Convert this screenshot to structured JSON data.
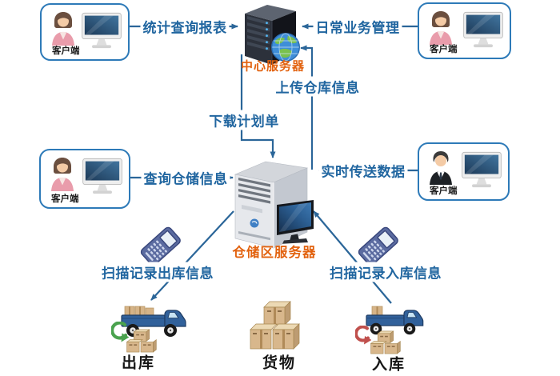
{
  "diagram": {
    "colors": {
      "flow_text": "#2166a0",
      "connector_line": "#2b6699",
      "server_label": "#e2620f",
      "client_border": "#2d7ab8",
      "terminal_text": "#151515",
      "truck_blue": "#31619b",
      "box_tan": "#d8b78c",
      "green_cycle_arrow": "#4aa24e",
      "red_cycle_arrow": "#c0504d"
    },
    "clients": {
      "top_left": {
        "label": "客户端",
        "user": "woman"
      },
      "top_right": {
        "label": "客户端",
        "user": "woman"
      },
      "mid_left": {
        "label": "客户端",
        "user": "woman"
      },
      "mid_right": {
        "label": "客户端",
        "user": "man"
      }
    },
    "servers": {
      "central": {
        "label": "中心服务器"
      },
      "warehouse": {
        "label": "仓储区服务器"
      }
    },
    "flows": {
      "stats_report": {
        "label": "统计查询报表",
        "from": "client_top_left",
        "to": "central_server"
      },
      "daily_business": {
        "label": "日常业务管理",
        "from": "client_top_right",
        "to": "central_server"
      },
      "upload_info": {
        "label": "上传仓库信息",
        "from": "warehouse_server",
        "to": "central_server"
      },
      "download_plan": {
        "label": "下载计划单",
        "from": "central_server",
        "to": "warehouse_server"
      },
      "query_storage": {
        "label": "查询仓储信息",
        "from": "client_mid_left",
        "to": "warehouse_server"
      },
      "realtime_data": {
        "label": "实时传送数据",
        "from": "client_mid_right",
        "to": "warehouse_server"
      },
      "scan_outbound": {
        "label": "扫描记录出库信息",
        "from": "warehouse_server",
        "to": "outbound_truck"
      },
      "scan_inbound": {
        "label": "扫描记录入库信息",
        "from": "inbound_truck",
        "to": "warehouse_server"
      }
    },
    "terminals": {
      "outbound": {
        "label": "出库"
      },
      "goods": {
        "label": "货物"
      },
      "inbound": {
        "label": "入库"
      }
    }
  }
}
